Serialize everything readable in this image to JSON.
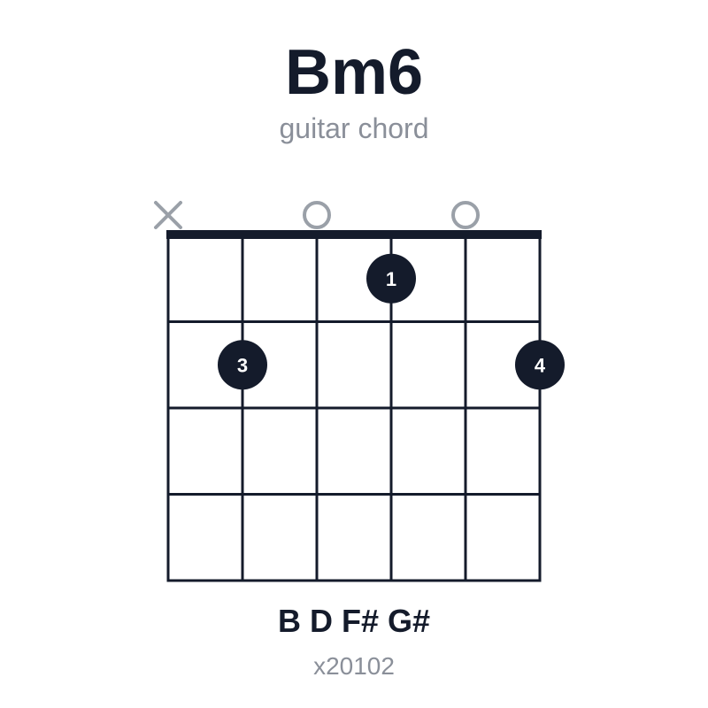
{
  "chord": {
    "name": "Bm6",
    "subtitle": "guitar chord",
    "notes": "B D F# G#",
    "fingering": "x20102"
  },
  "fretboard": {
    "strings": 6,
    "frets": 4,
    "string_states": [
      "muted",
      "fretted",
      "open",
      "fretted",
      "open",
      "fretted"
    ],
    "fingers": [
      {
        "string": 4,
        "fret": 1,
        "label": "1"
      },
      {
        "string": 2,
        "fret": 2,
        "label": "3"
      },
      {
        "string": 6,
        "fret": 2,
        "label": "4"
      }
    ]
  },
  "colors": {
    "ink": "#141b2b",
    "muted_marker": "#9aa0a8",
    "subtext": "#8a8f99",
    "finger_text": "#ffffff"
  }
}
